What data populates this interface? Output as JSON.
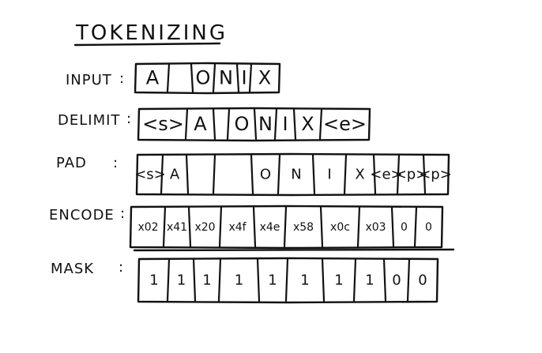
{
  "title": "TOKENIZING",
  "rows": [
    {
      "id": "input",
      "label": "INPUT",
      "colon": ":",
      "cells": [
        "A",
        "",
        "O",
        "N",
        "I",
        "X"
      ]
    },
    {
      "id": "delimit",
      "label": "DELIMIT",
      "colon": ":",
      "cells": [
        "<s>",
        "A",
        "",
        "O",
        "N",
        "I",
        "X",
        "<e>"
      ]
    },
    {
      "id": "pad",
      "label": "PAD",
      "colon": ":",
      "cells": [
        "<s>",
        "A",
        "",
        "O",
        "N",
        "I",
        "X",
        "<e>",
        "<p>",
        "<p>"
      ]
    },
    {
      "id": "encode",
      "label": "ENCODE",
      "colon": ":",
      "cells": [
        "x02",
        "x41",
        "x20",
        "x4f",
        "x4e",
        "x58",
        "x0c",
        "x03",
        "0",
        "0"
      ]
    },
    {
      "id": "mask",
      "label": "MASK",
      "colon": ":",
      "cells": [
        "1",
        "1",
        "1",
        "1",
        "1",
        "1",
        "1",
        "1",
        "0",
        "0"
      ]
    }
  ]
}
